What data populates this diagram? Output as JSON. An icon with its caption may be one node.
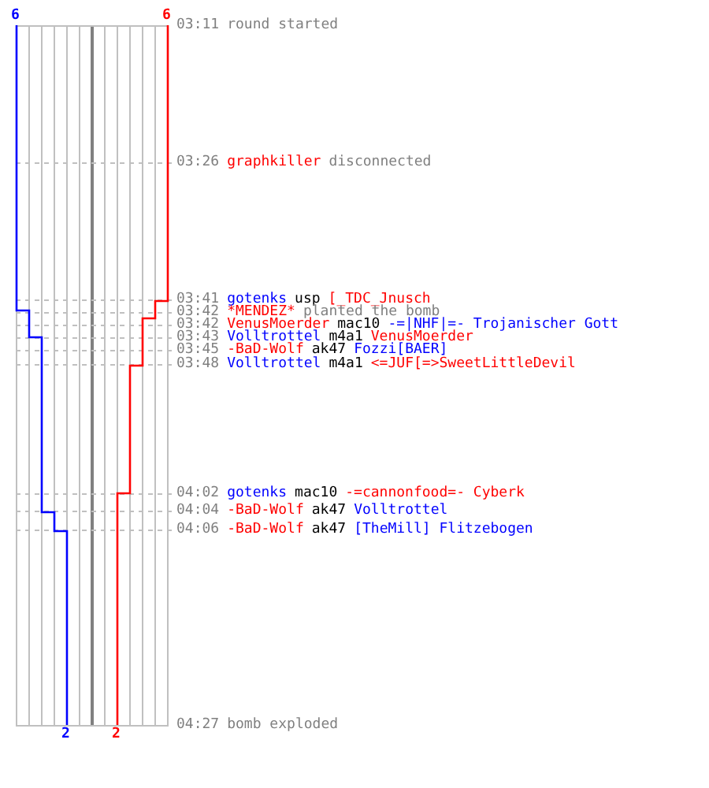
{
  "diagram": {
    "labels": [
      "6",
      "6",
      "03:11",
      "round started",
      "03:26",
      "graphkiller",
      "disconnected",
      "03:41",
      "gotenks",
      "usp",
      "[_TDC_Jnusch",
      "03:42",
      "*MENDEZ*",
      "planted the bomb",
      "03:42",
      "VenusMoerder",
      "mac10",
      "-=|NHF|=- Trojanischer Gott",
      "03:43",
      "Volltrottel",
      "m4a1",
      "VenusMoerder",
      "03:45",
      "-BaD-Wolf",
      "ak47",
      "Fozzi[BAER]",
      "03:48",
      "Volltrottel",
      "m4a1",
      "<=JUF[=>SweetLittleDevil",
      "04:02",
      "gotenks",
      "mac10",
      "-=cannonfood=- Cyberk",
      "04:04",
      "-BaD-Wolf",
      "ak47",
      "Volltrottel",
      "04:06",
      "-BaD-Wolf",
      "ak47",
      "[TheMill] Flitzebogen",
      "04:27",
      "bomb exploded",
      "2",
      "2"
    ]
  }
}
